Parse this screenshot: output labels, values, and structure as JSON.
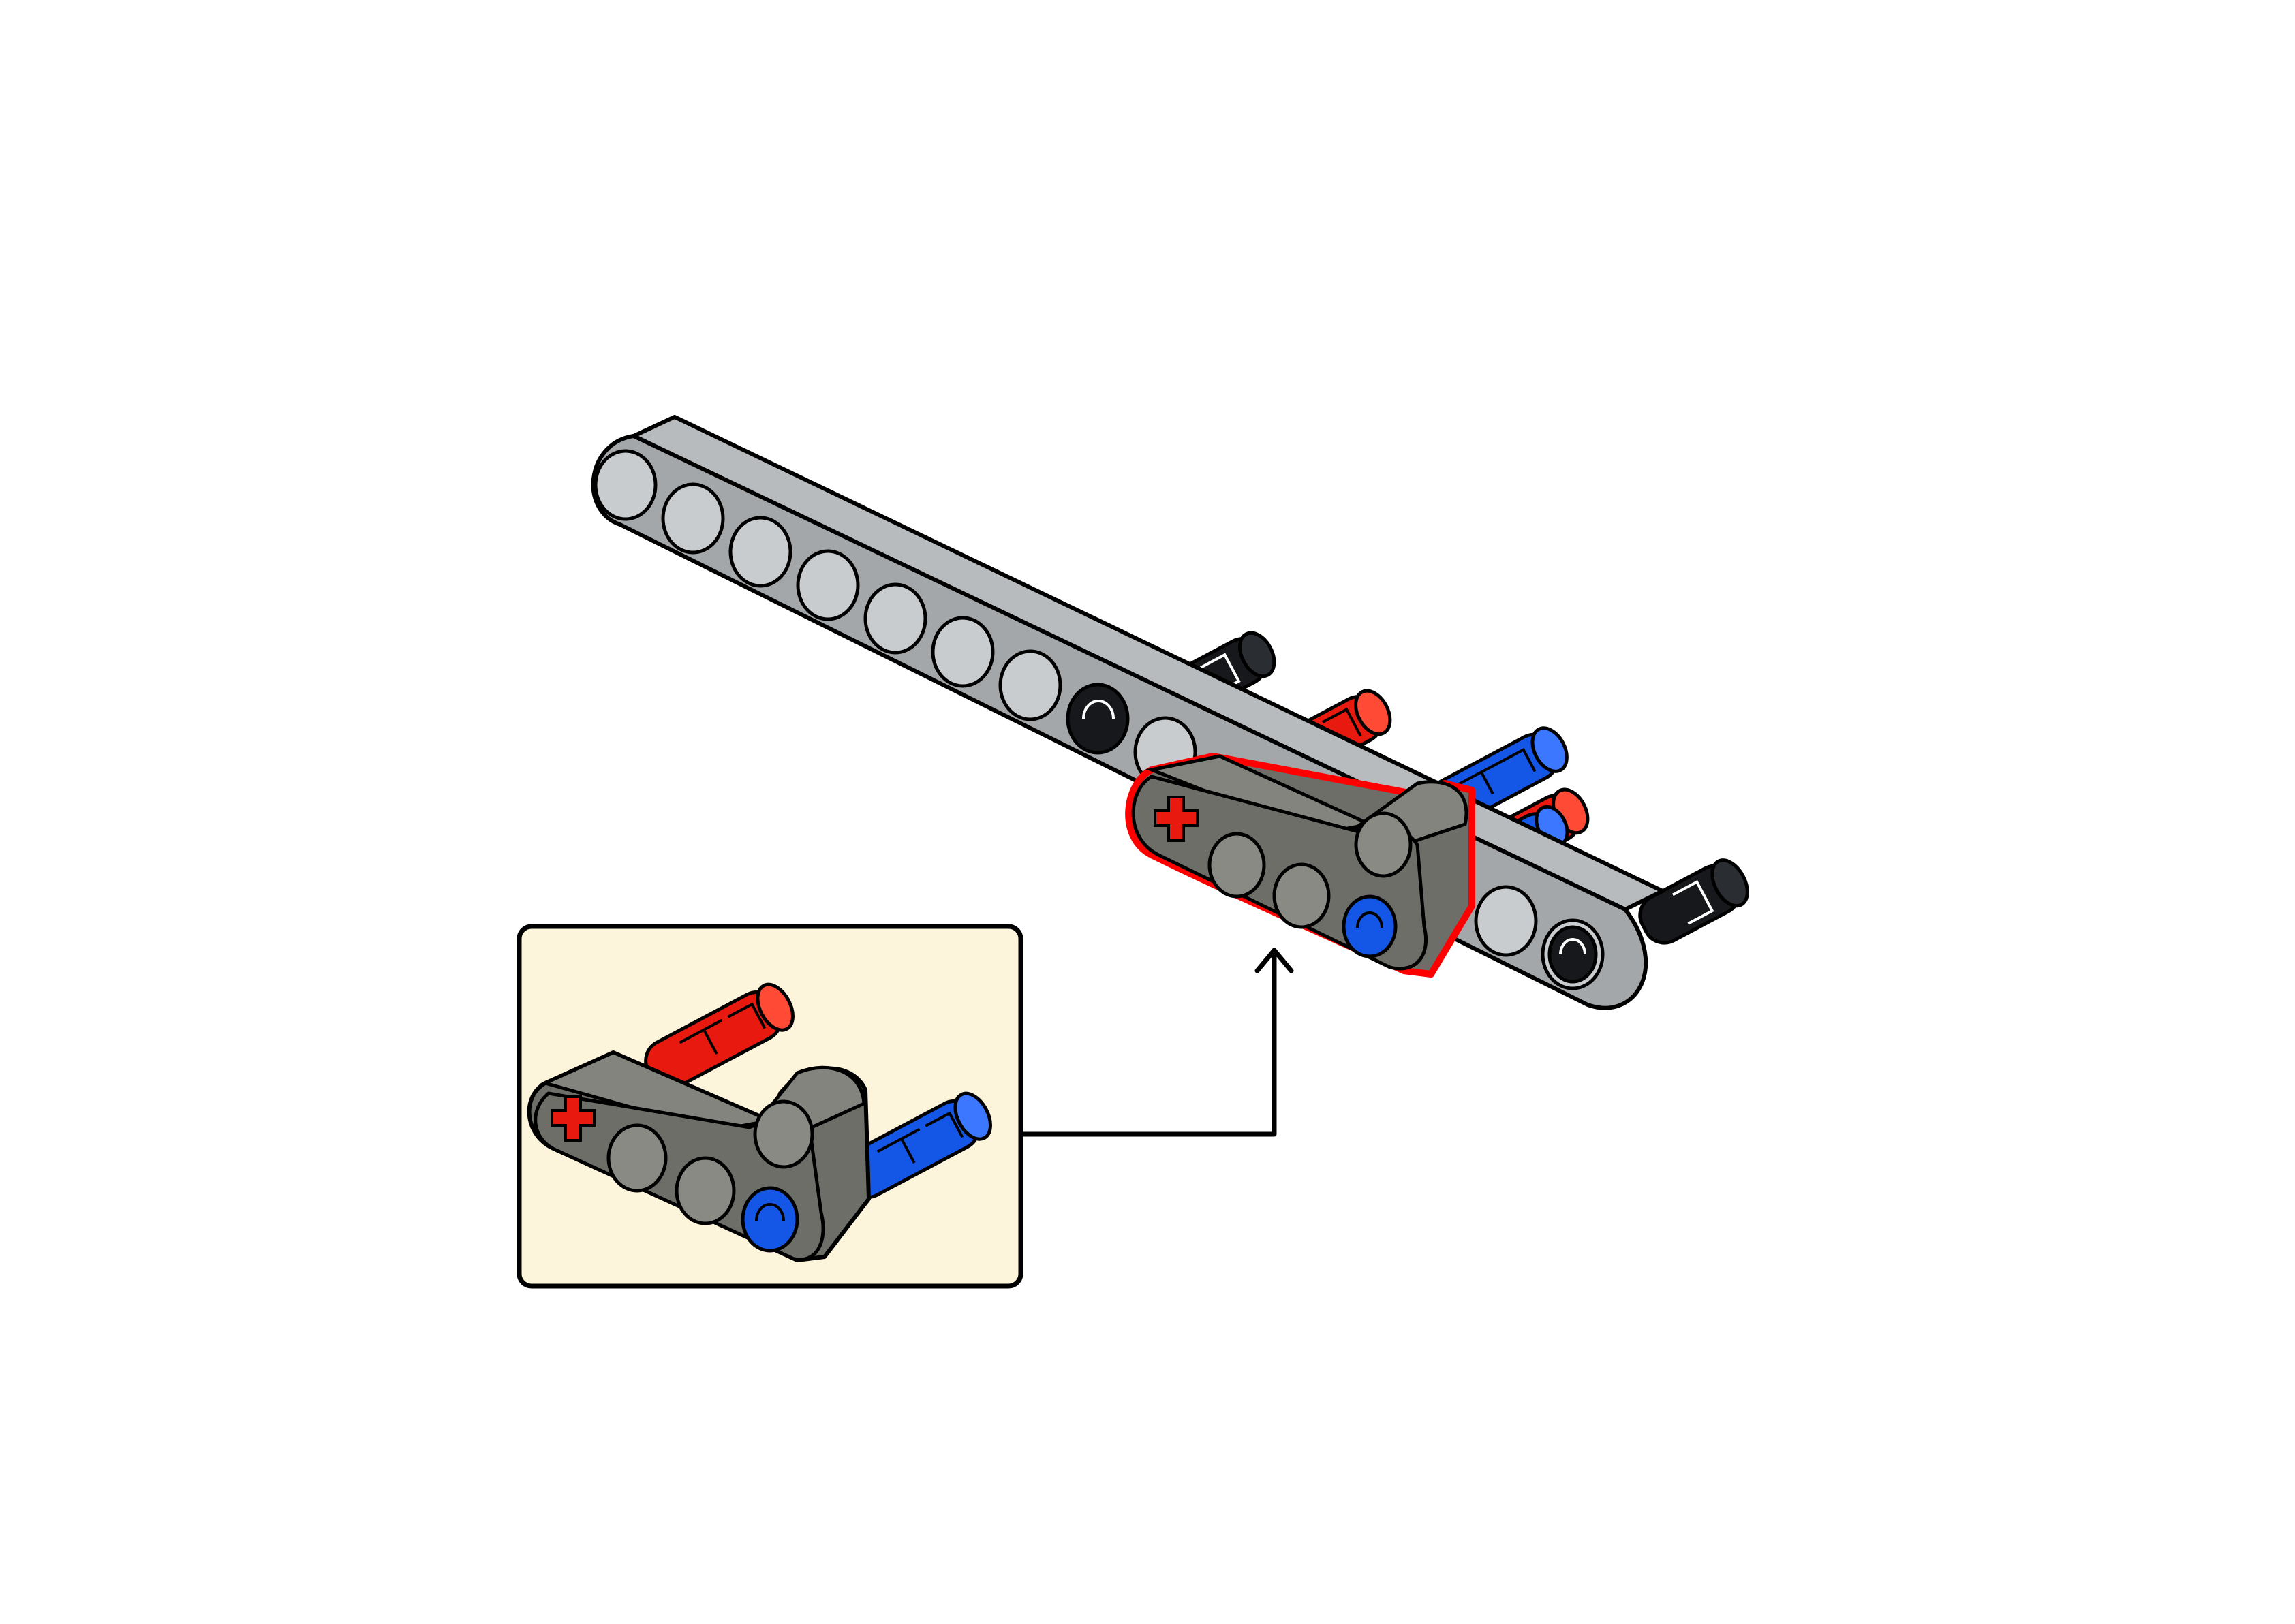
{
  "instruction_step": {
    "colors": {
      "background": "#ffffff",
      "beam_light_gray": "#a4a7aa",
      "beam_light_gray_top": "#b8bbbe",
      "beam_hole": "#c9cccf",
      "l_beam_dark_gray": "#6e6e68",
      "l_beam_dark_gray_top": "#84847e",
      "pin_black": "#16181b",
      "pin_red": "#e8190e",
      "pin_blue": "#1457e6",
      "highlight_red": "#ff0000",
      "callout_fill": "#fdf4dc",
      "outline": "#000000"
    },
    "parts": [
      {
        "name": "straight-beam-13",
        "color": "light-gray",
        "holes": 13
      },
      {
        "name": "l-beam-3x2",
        "color": "dark-gray",
        "highlighted": true
      },
      {
        "name": "axle-pin",
        "color": "red",
        "count": 2
      },
      {
        "name": "long-friction-pin",
        "color": "blue",
        "count": 2
      },
      {
        "name": "friction-pin",
        "color": "black",
        "count": 2
      }
    ],
    "callout": {
      "shows": "subassembly",
      "parts": [
        "l-beam-3x2",
        "axle-pin-red",
        "long-friction-pin-blue"
      ]
    }
  }
}
